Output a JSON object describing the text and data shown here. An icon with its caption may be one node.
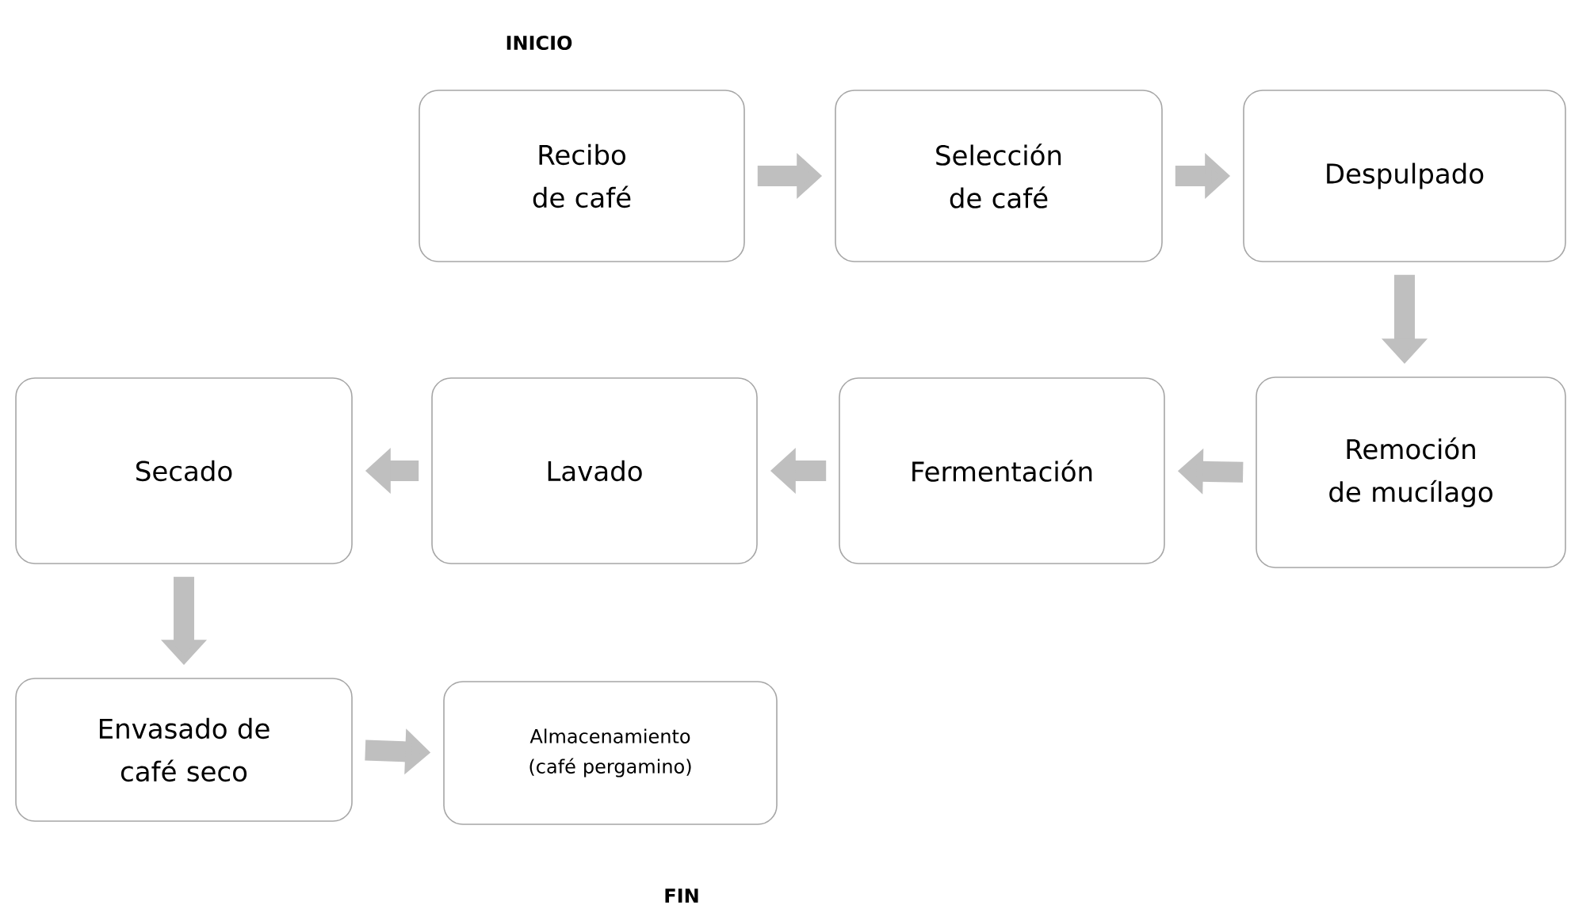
{
  "diagram": {
    "nodes": [
      {
        "text": [
          "Recibo de café"
        ]
      },
      {
        "text": [
          "Selección de café"
        ]
      },
      {
        "text": [
          "Despulpado"
        ]
      },
      {
        "text": [
          "Remoción de mucílago"
        ]
      },
      {
        "text": [
          "Fermentación"
        ]
      },
      {
        "text": [
          "Lavado"
        ]
      },
      {
        "text": [
          "Secado"
        ]
      },
      {
        "text": [
          "Envasado de café seco"
        ]
      },
      {
        "text": [
          "Almacenamiento (café pergamino)"
        ]
      }
    ],
    "edges": [
      {
        "from": 0,
        "to": 1,
        "arrow": "to"
      },
      {
        "from": 1,
        "to": 2,
        "arrow": "to"
      },
      {
        "from": 2,
        "to": 3,
        "arrow": "to"
      },
      {
        "from": 3,
        "to": 4,
        "arrow": "to"
      },
      {
        "from": 4,
        "to": 5,
        "arrow": "to"
      },
      {
        "from": 5,
        "to": 6,
        "arrow": "to"
      },
      {
        "from": 6,
        "to": 7,
        "arrow": "to"
      },
      {
        "from": 7,
        "to": 8,
        "arrow": "to"
      }
    ],
    "labels": [
      "INICIO",
      "FIN"
    ]
  }
}
